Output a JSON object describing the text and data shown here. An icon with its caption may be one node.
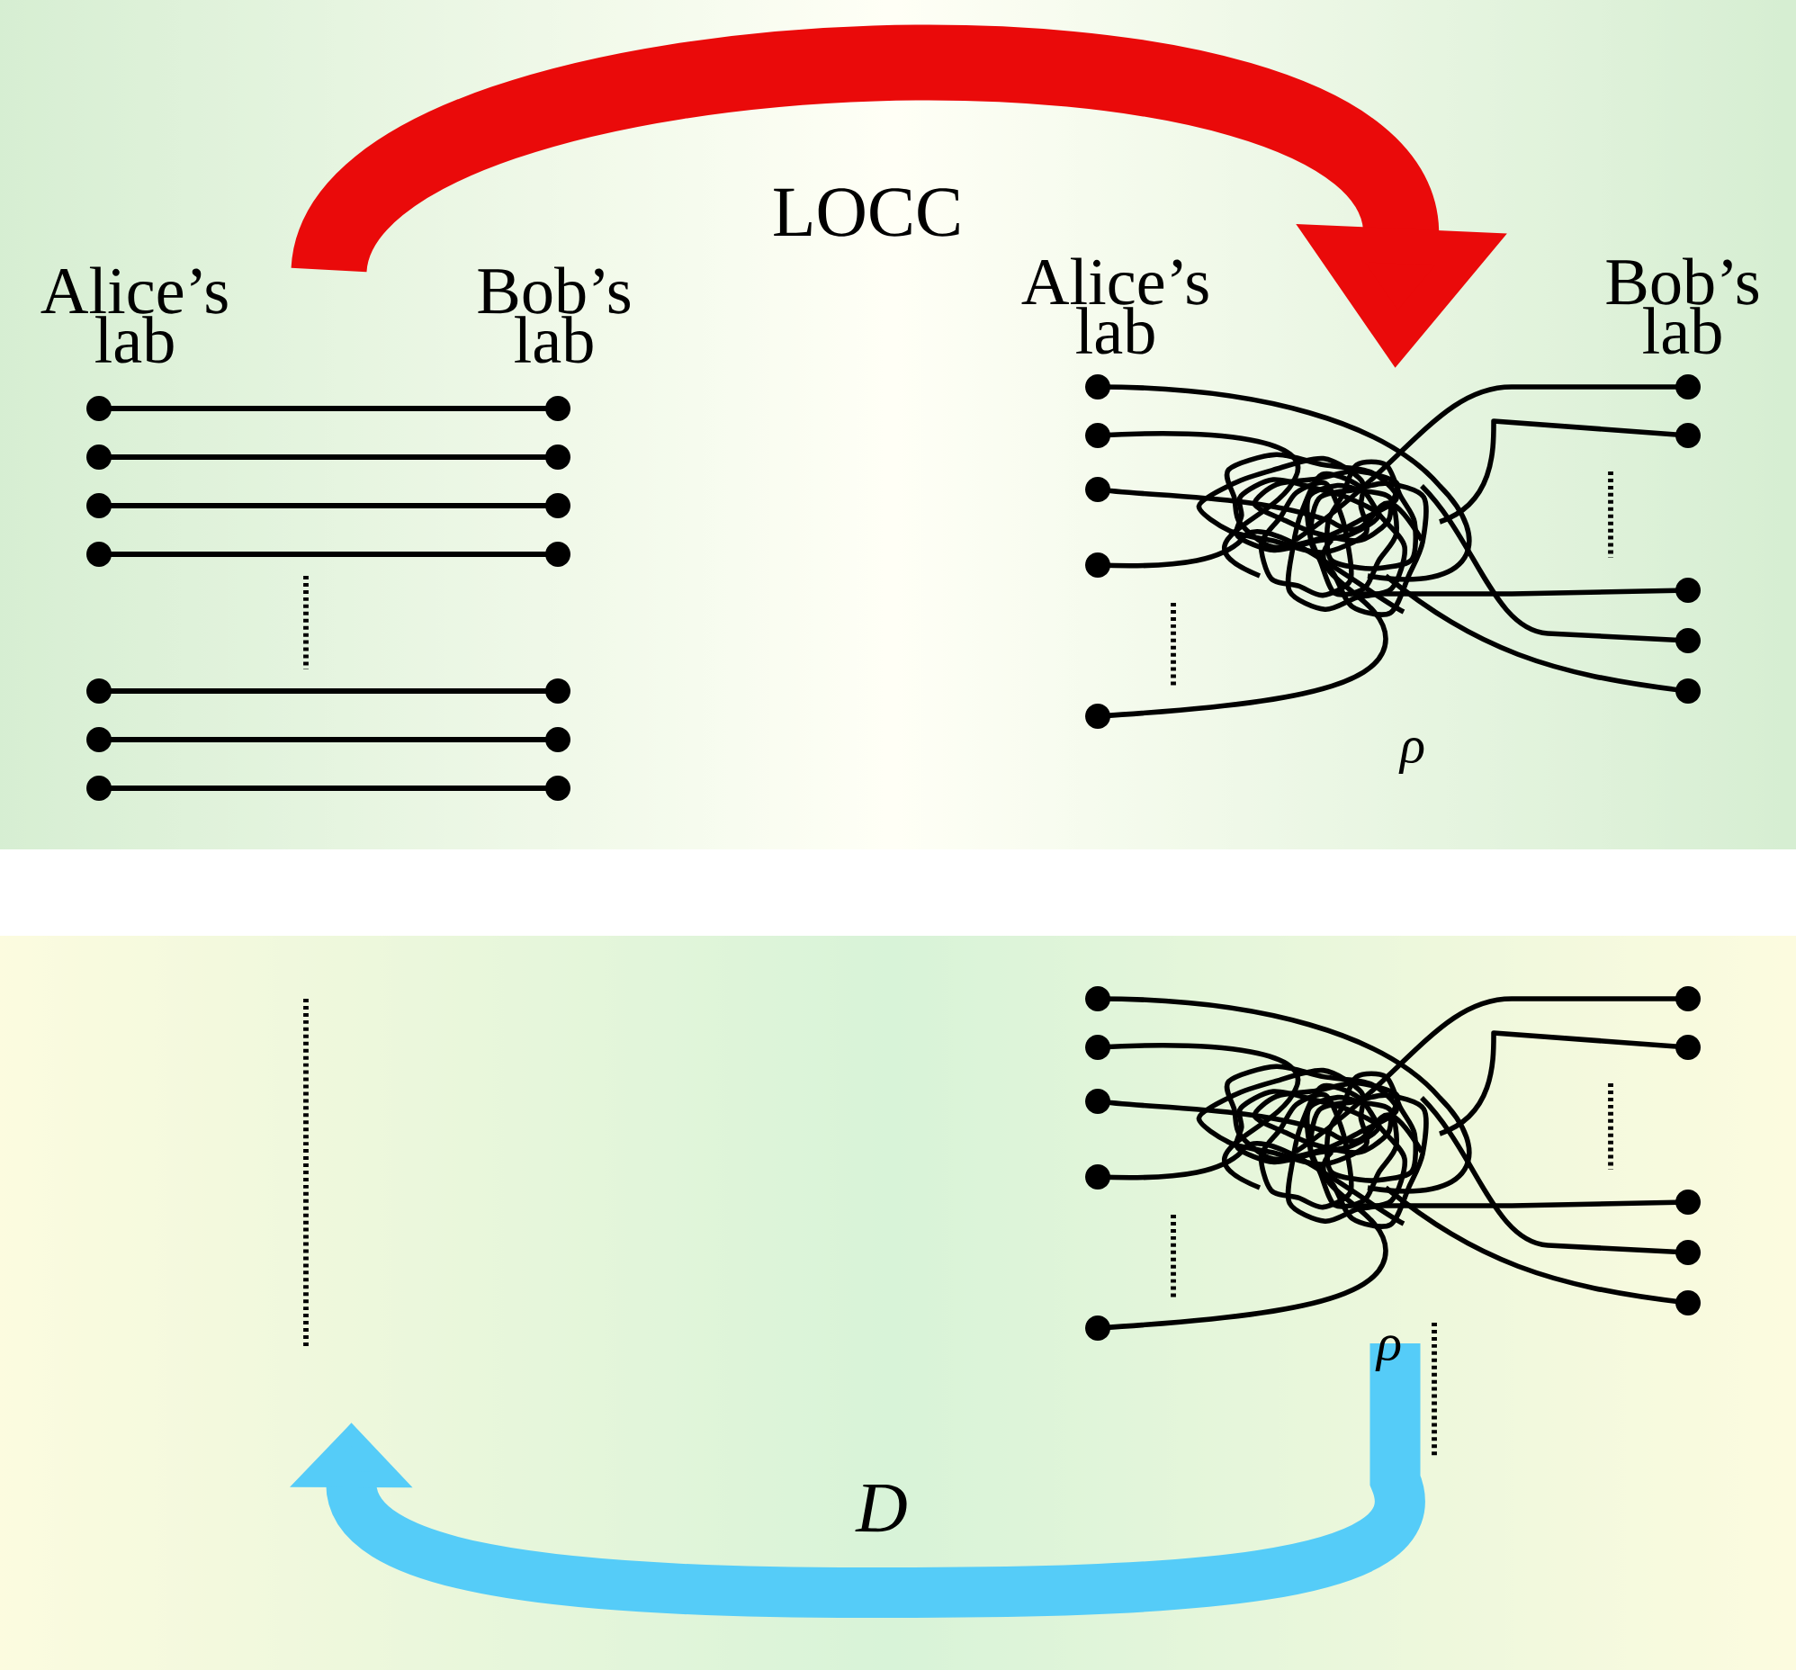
{
  "diagram": {
    "nodes": [
      {
        "text": [],
        "shape": "picture",
        "beside": [
          "Alice’s lab",
          "Bob’s lab"
        ]
      },
      {
        "text": [],
        "shape": "picture",
        "beside": [
          "Alice’s lab",
          "Bob’s lab",
          "ρ"
        ]
      },
      {
        "text": [],
        "shape": "line"
      },
      {
        "text": [],
        "shape": "picture",
        "beside": [
          "ρ"
        ]
      }
    ],
    "edges": [
      {
        "from": 0,
        "to": 1,
        "arrow": "to",
        "label": "LOCC",
        "color": "#ea0a0a"
      },
      {
        "from": 3,
        "to": 2,
        "arrow": "to",
        "label": "D",
        "color": "#55ccf8"
      }
    ]
  }
}
